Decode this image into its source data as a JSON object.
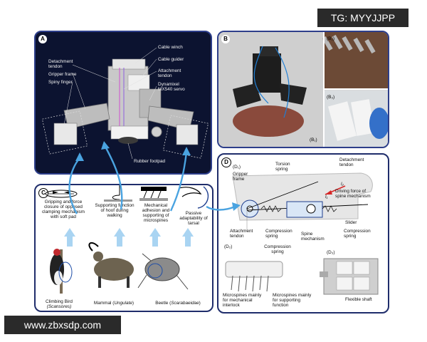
{
  "watermarks": {
    "tg": "TG: MYYJJPP",
    "site": "www.zbxsdp.com"
  },
  "panel_a": {
    "letter": "A",
    "labels": {
      "detachment_tendon": "Detachment\ntendon",
      "gripper_frame": "Gripper frame",
      "spiny_finger": "Spiny finger",
      "cable_winch": "Cable winch",
      "cable_guider": "Cable guider",
      "attachment_tendon": "Attachment\ntendon",
      "servo": "Dynamixel\nMX540 servo",
      "rubber_footpad": "Rubber footpad"
    }
  },
  "panel_b": {
    "letter": "B",
    "sub_b2": "(B₂)",
    "sub_b3": "(B₃)",
    "sub_b1": "(B₁)"
  },
  "panel_c": {
    "letter": "C",
    "captions": [
      "Gripping and force\nclosure of opposed\nclamping mechanism\nwith soft pad",
      "Supporting function\nof hoof during\nwalking",
      "Mechanical\nadhesion and\nsupporting of\nmicrospines",
      "Passive\nadaptability of\ntarsal"
    ],
    "animals": {
      "bird": "Climbing Bird",
      "bird_latin": "(Scansores)",
      "mammal": "Mammal (",
      "mammal_latin": "Ungulate",
      "mammal_end": ")",
      "beetle": "Beetle (",
      "beetle_latin": "Scarabaeidae",
      "beetle_end": ")"
    }
  },
  "panel_d": {
    "letter": "D",
    "d1": "(D₁)",
    "d2": "(D₂)",
    "d3": "(D₃)",
    "labels": {
      "gripper_frame": "Gripper\nframe",
      "torsion_spring": "Torsion\nspring",
      "detachment_tendon": "Detachment\ntendon",
      "l2": "l₂",
      "l1": "l₁",
      "driving_force": "Driving force of\nspine mechanism",
      "slider": "Slider",
      "attachment_tendon": "Attachment\ntendon",
      "compression_spring_left": "Compression\nspring",
      "spine_mechanism": "Spine\nmechanism",
      "compression_spring_right": "Compression\nspring",
      "compression_spring_d2": "Compression\nspring",
      "microspines_interlock": "Microspines mainly\nfor mechanical\ninterlock",
      "microspines_support": "Microspines mainly\nfor supporting\nfunction",
      "flexible_shaft": "Flexible shaft"
    }
  },
  "colors": {
    "panel_border": "#2d3e8a",
    "panel_a_bg": "#0c1330",
    "arrow_blue": "#4aa3e0",
    "driving_force_red": "#d62828"
  }
}
